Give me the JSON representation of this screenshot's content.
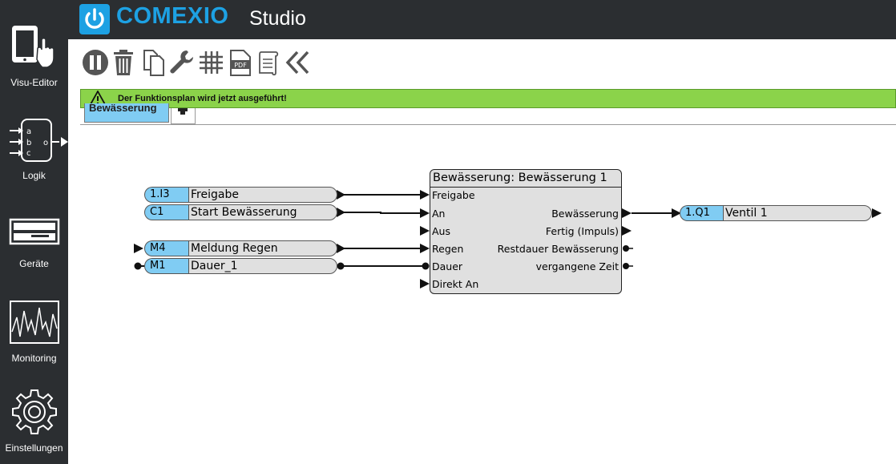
{
  "app": {
    "brand": "COMEXIO",
    "product": "Studio"
  },
  "sidebar": {
    "items": [
      {
        "label": "Visu-Editor",
        "icon": "tablet-touch-icon"
      },
      {
        "label": "Logik",
        "icon": "logic-block-icon",
        "active": true
      },
      {
        "label": "Geräte",
        "icon": "device-rack-icon"
      },
      {
        "label": "Monitoring",
        "icon": "waveform-icon"
      },
      {
        "label": "Einstellungen",
        "icon": "gear-icon"
      }
    ]
  },
  "logic_icon": {
    "a": "a",
    "b": "b",
    "c": "c",
    "o": "o"
  },
  "toolbar": {
    "tools": [
      "pause-icon",
      "trash-icon",
      "copy-icon",
      "wrench-icon",
      "grid-icon",
      "pdf-icon",
      "scroll-icon",
      "double-chevron-left-icon"
    ],
    "pdf_label": "PDF"
  },
  "status": {
    "message": "Der Funktionsplan wird jetzt ausgeführt!",
    "color": "#8bd34a"
  },
  "tabs": {
    "active_label": "Bewässerung"
  },
  "block": {
    "title": "Bewässerung: Bewässerung 1",
    "inputs": [
      "Freigabe",
      "An",
      "Aus",
      "Regen",
      "Dauer",
      "Direkt An"
    ],
    "outputs": [
      "Bewässerung",
      "Fertig (Impuls)",
      "Restdauer Bewässerung",
      "vergangene Zeit"
    ]
  },
  "variables": {
    "inputs": [
      {
        "address": "1.I3",
        "name": "Freigabe"
      },
      {
        "address": "C1",
        "name": "Start Bewässerung"
      },
      {
        "address": "M4",
        "name": "Meldung Regen"
      },
      {
        "address": "M1",
        "name": "Dauer_1"
      }
    ],
    "output": {
      "address": "1.Q1",
      "name": "Ventil 1"
    }
  },
  "colors": {
    "accent": "#1da1e3",
    "variable_address": "#80ccf3",
    "block_fill": "#e0e0e0",
    "sidebar_bg": "#2b2e31"
  }
}
